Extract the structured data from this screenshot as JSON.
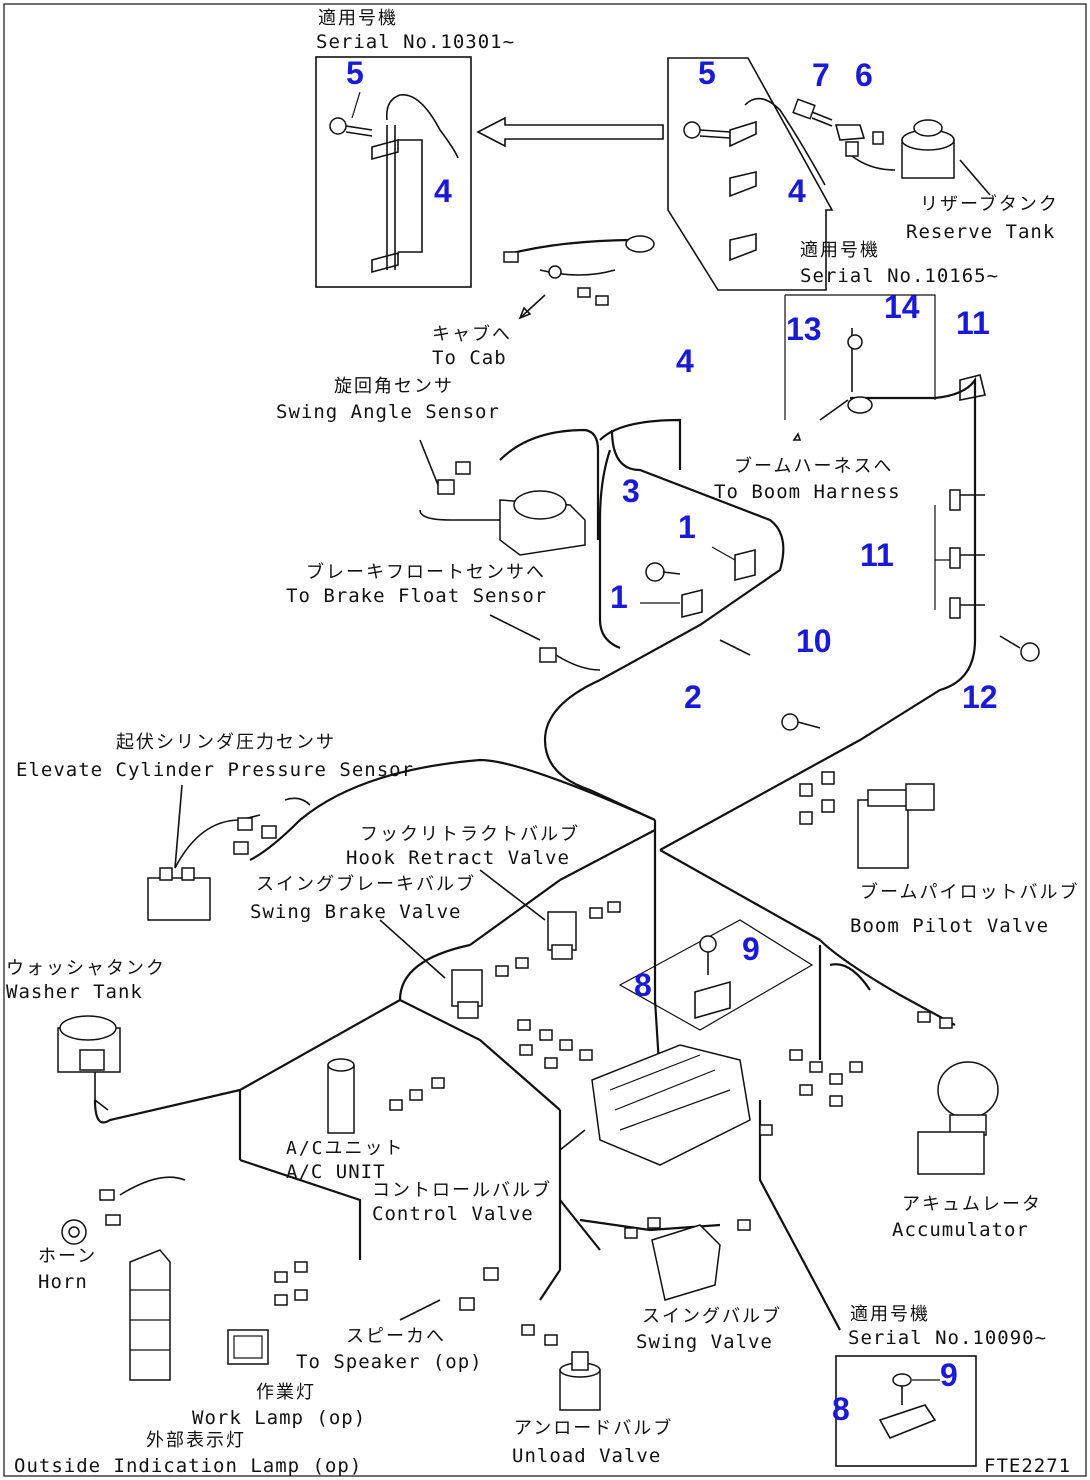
{
  "drawing_id": "FTE2271",
  "callouts": {
    "c1a": "1",
    "c1b": "1",
    "c2": "2",
    "c3": "3",
    "c4_inset": "4",
    "c4_upper": "4",
    "c4_main": "4",
    "c5_inset": "5",
    "c5_upper": "5",
    "c6": "6",
    "c7": "7",
    "c8_upper": "8",
    "c8_lower": "8",
    "c9_upper": "9",
    "c9_lower": "9",
    "c10": "10",
    "c11_top": "11",
    "c11_mid": "11",
    "c12": "12",
    "c13": "13",
    "c14": "14"
  },
  "inset_serials": {
    "top_jp": "適用号機",
    "top_en": "Serial No.10301~",
    "mid_jp": "適用号機",
    "mid_en": "Serial No.10165~",
    "bottom_jp": "適用号機",
    "bottom_en": "Serial No.10090~"
  },
  "components": {
    "reserve_tank_jp": "リザーブタンク",
    "reserve_tank_en": "Reserve Tank",
    "to_cab_jp": "キャブへ",
    "to_cab_en": "To Cab",
    "swing_sensor_jp": "旋回角センサ",
    "swing_sensor_en": "Swing Angle Sensor",
    "to_boom_jp": "ブームハーネスへ",
    "to_boom_en": "To Boom Harness",
    "brake_float_jp": "ブレーキフロートセンサへ",
    "brake_float_en": "To Brake Float Sensor",
    "elevate_jp": "起伏シリンダ圧力センサ",
    "elevate_en": "Elevate Cylinder Pressure Sensor",
    "hook_jp": "フックリトラクトバルブ",
    "hook_en": "Hook Retract Valve",
    "swing_brake_jp": "スイングブレーキバルブ",
    "swing_brake_en": "Swing Brake Valve",
    "boom_pilot_jp": "ブームパイロットバルブ",
    "boom_pilot_en": "Boom Pilot Valve",
    "washer_jp": "ウォッシャタンク",
    "washer_en": "Washer Tank",
    "ac_jp": "A/Cユニット",
    "ac_en": "A/C UNIT",
    "control_jp": "コントロールバルブ",
    "control_en": "Control Valve",
    "accum_jp": "アキュムレータ",
    "accum_en": "Accumulator",
    "horn_jp": "ホーン",
    "horn_en": "Horn",
    "speaker_jp": "スピーカへ",
    "speaker_en": "To Speaker (op)",
    "swing_valve_jp": "スイングバルブ",
    "swing_valve_en": "Swing Valve",
    "work_lamp_jp": "作業灯",
    "work_lamp_en": "Work Lamp (op)",
    "outside_jp": "外部表示灯",
    "outside_en": "Outside Indication Lamp (op)",
    "unload_jp": "アンロードバルブ",
    "unload_en": "Unload Valve"
  }
}
